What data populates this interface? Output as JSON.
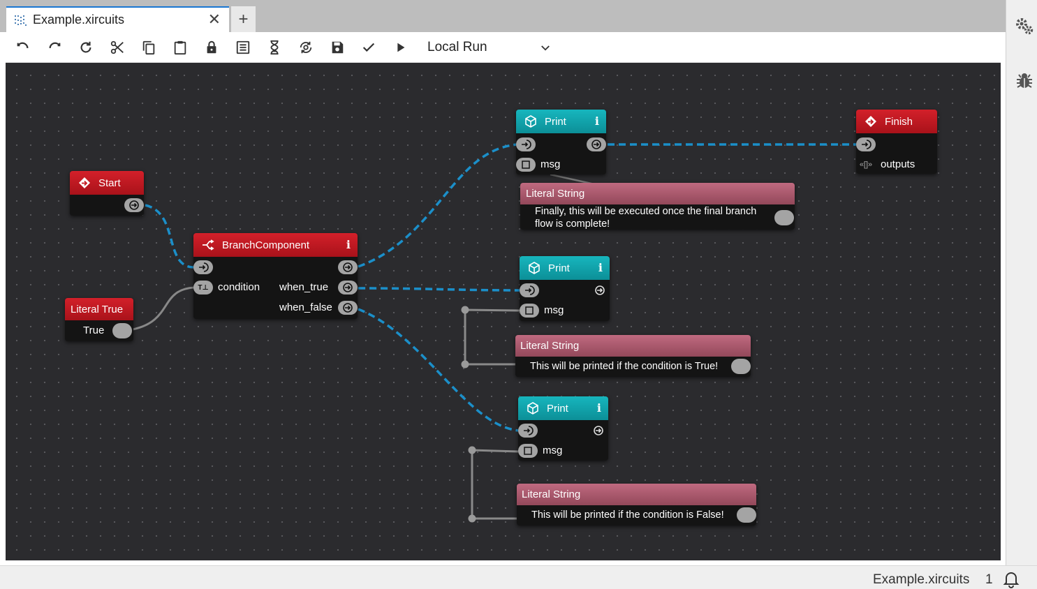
{
  "tab": {
    "title": "Example.xircuits",
    "close_icon": "close-icon",
    "add_label": "+"
  },
  "toolbar": {
    "buttons": [
      "undo-icon",
      "redo-icon",
      "reload-icon",
      "cut-icon",
      "copy-icon",
      "paste-icon",
      "lock-icon",
      "log-icon",
      "hourglass-icon",
      "compile-icon",
      "save-icon",
      "check-icon",
      "run-icon"
    ],
    "run_mode": "Local Run"
  },
  "sidebar": {
    "icons": [
      "gears-icon",
      "bug-icon"
    ]
  },
  "canvas": {
    "colors": {
      "red_header": "#c41a22",
      "teal_header": "#12a5ad",
      "literal_string_header": "#a65668",
      "flow_link": "#1b8fc9",
      "data_link": "#8a8a8a"
    },
    "nodes": {
      "start": {
        "title": "Start"
      },
      "finish": {
        "title": "Finish",
        "port_outputs": "outputs"
      },
      "branch": {
        "title": "BranchComponent",
        "info": "i",
        "port_condition": "condition",
        "port_when_true": "when_true",
        "port_when_false": "when_false"
      },
      "literal_true": {
        "title": "Literal True",
        "value": "True"
      },
      "print1": {
        "title": "Print",
        "info": "i",
        "port_msg": "msg"
      },
      "print2": {
        "title": "Print",
        "info": "i",
        "port_msg": "msg"
      },
      "print3": {
        "title": "Print",
        "info": "i",
        "port_msg": "msg"
      },
      "lit1": {
        "title": "Literal String",
        "value_line1": "Finally, this will be executed once the final branch",
        "value_line2": "flow is complete!"
      },
      "lit2": {
        "title": "Literal String",
        "value": "This will be printed if the condition is True!"
      },
      "lit3": {
        "title": "Literal String",
        "value": "This will be printed if the condition is False!"
      }
    }
  },
  "status": {
    "file": "Example.xircuits",
    "count": "1"
  }
}
